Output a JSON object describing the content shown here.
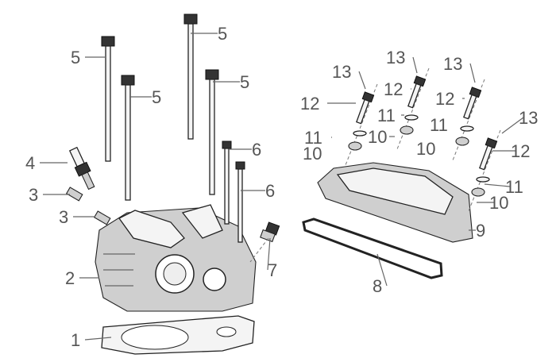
{
  "diagram": {
    "title_visible": false,
    "callouts": [
      {
        "id": "gasket-head",
        "text": "1"
      },
      {
        "id": "cylinder-head",
        "text": "2"
      },
      {
        "id": "dowel-pin-a",
        "text": "3"
      },
      {
        "id": "dowel-pin-b",
        "text": "3"
      },
      {
        "id": "spark-plug",
        "text": "4"
      },
      {
        "id": "head-bolt-a",
        "text": "5"
      },
      {
        "id": "head-bolt-b",
        "text": "5"
      },
      {
        "id": "head-bolt-c",
        "text": "5"
      },
      {
        "id": "head-bolt-d",
        "text": "5"
      },
      {
        "id": "bolt-short-a",
        "text": "6"
      },
      {
        "id": "bolt-short-b",
        "text": "6"
      },
      {
        "id": "temp-sensor",
        "text": "7"
      },
      {
        "id": "cover-gasket",
        "text": "8"
      },
      {
        "id": "cylinder-head-cover",
        "text": "9"
      },
      {
        "id": "grommet-a",
        "text": "10"
      },
      {
        "id": "grommet-b",
        "text": "10"
      },
      {
        "id": "grommet-c",
        "text": "10"
      },
      {
        "id": "grommet-d",
        "text": "10"
      },
      {
        "id": "washer-a",
        "text": "11"
      },
      {
        "id": "washer-b",
        "text": "11"
      },
      {
        "id": "washer-c",
        "text": "11"
      },
      {
        "id": "washer-d",
        "text": "11"
      },
      {
        "id": "cover-bolt-a",
        "text": "12"
      },
      {
        "id": "cover-bolt-b",
        "text": "12"
      },
      {
        "id": "cover-bolt-c",
        "text": "12"
      },
      {
        "id": "cover-bolt-d",
        "text": "12"
      },
      {
        "id": "seal-a",
        "text": "13"
      },
      {
        "id": "seal-b",
        "text": "13"
      },
      {
        "id": "seal-c",
        "text": "13"
      },
      {
        "id": "seal-d",
        "text": "13"
      }
    ]
  }
}
